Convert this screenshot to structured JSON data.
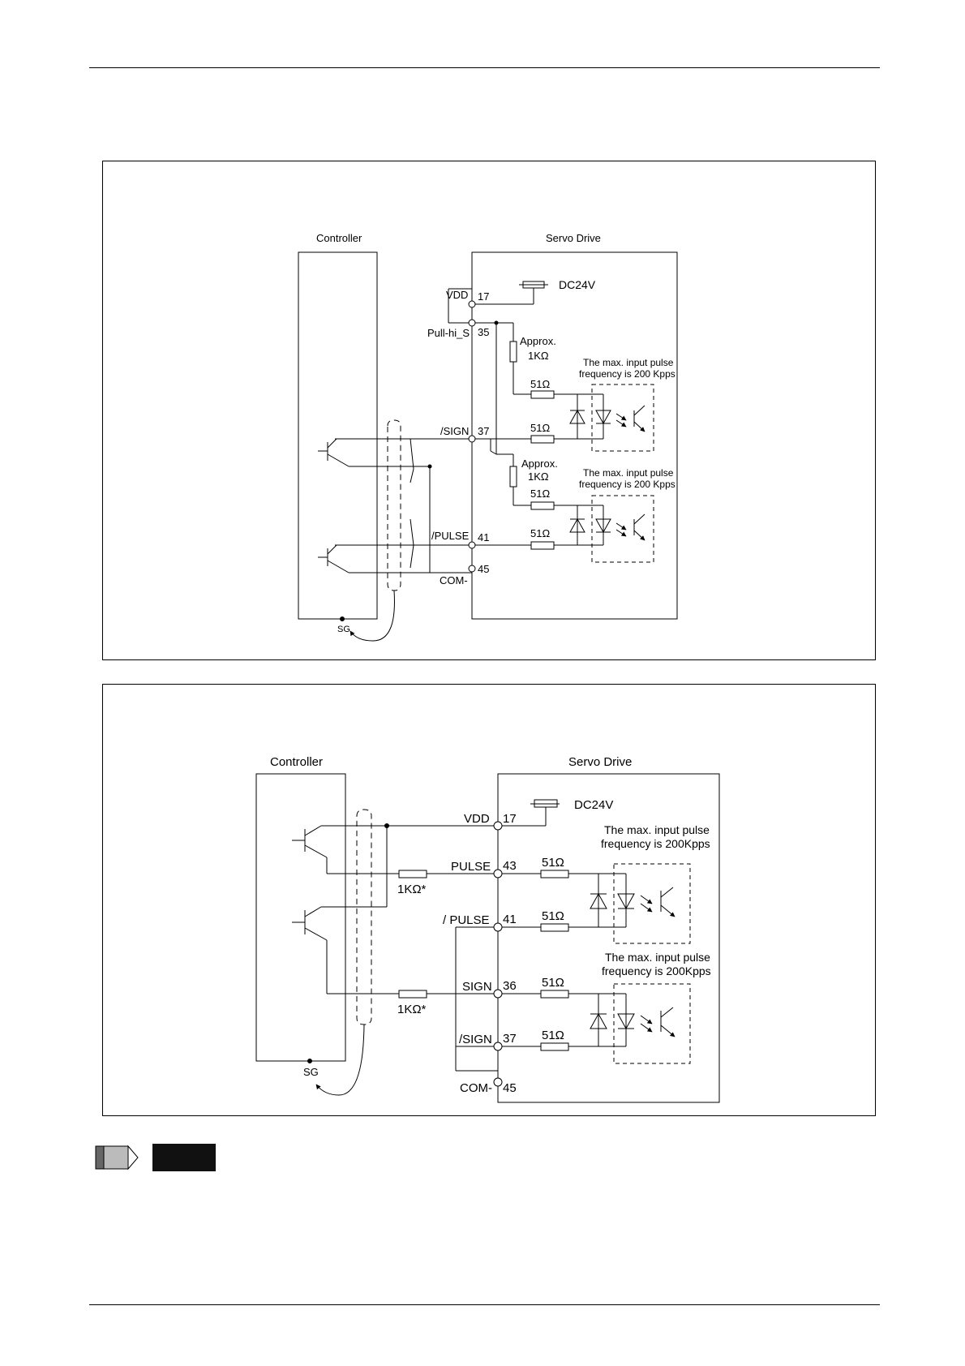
{
  "diagram1": {
    "controller_label": "Controller",
    "servo_label": "Servo Drive",
    "vdd": "VDD",
    "pin17": "17",
    "dc24v": "DC24V",
    "pullhi": "Pull-hi_S",
    "pin35": "35",
    "approx1": "Approx.",
    "res1k_1": "1KΩ",
    "note1_line1": "The max. input pulse",
    "note1_line2": "frequency is 200 Kpps",
    "r51_a": "51Ω",
    "sign": "/SIGN",
    "pin37": "37",
    "r51_b": "51Ω",
    "approx2": "Approx.",
    "res1k_2": "1KΩ",
    "note2_line1": "The max. input pulse",
    "note2_line2": "frequency is 200 Kpps",
    "r51_c": "51Ω",
    "pulse": "/PULSE",
    "pin41": "41",
    "r51_d": "51Ω",
    "pin45": "45",
    "com": "COM-",
    "sg": "SG"
  },
  "diagram2": {
    "controller_label": "Controller",
    "servo_label": "Servo Drive",
    "dc24v": "DC24V",
    "vdd": "VDD",
    "pin17": "17",
    "note1_line1": "The max. input pulse",
    "note1_line2": "frequency is 200Kpps",
    "pulse": "PULSE",
    "pin43": "43",
    "r51_a": "51Ω",
    "res1k_1": "1KΩ*",
    "npulse": "/ PULSE",
    "pin41": "41",
    "r51_b": "51Ω",
    "note2_line1": "The max. input pulse",
    "note2_line2": "frequency is 200Kpps",
    "sign": "SIGN",
    "pin36": "36",
    "r51_c": "51Ω",
    "res1k_2": "1KΩ*",
    "nsign": "/SIGN",
    "pin37": "37",
    "r51_d": "51Ω",
    "com": "COM-",
    "pin45": "45",
    "sg": "SG"
  }
}
